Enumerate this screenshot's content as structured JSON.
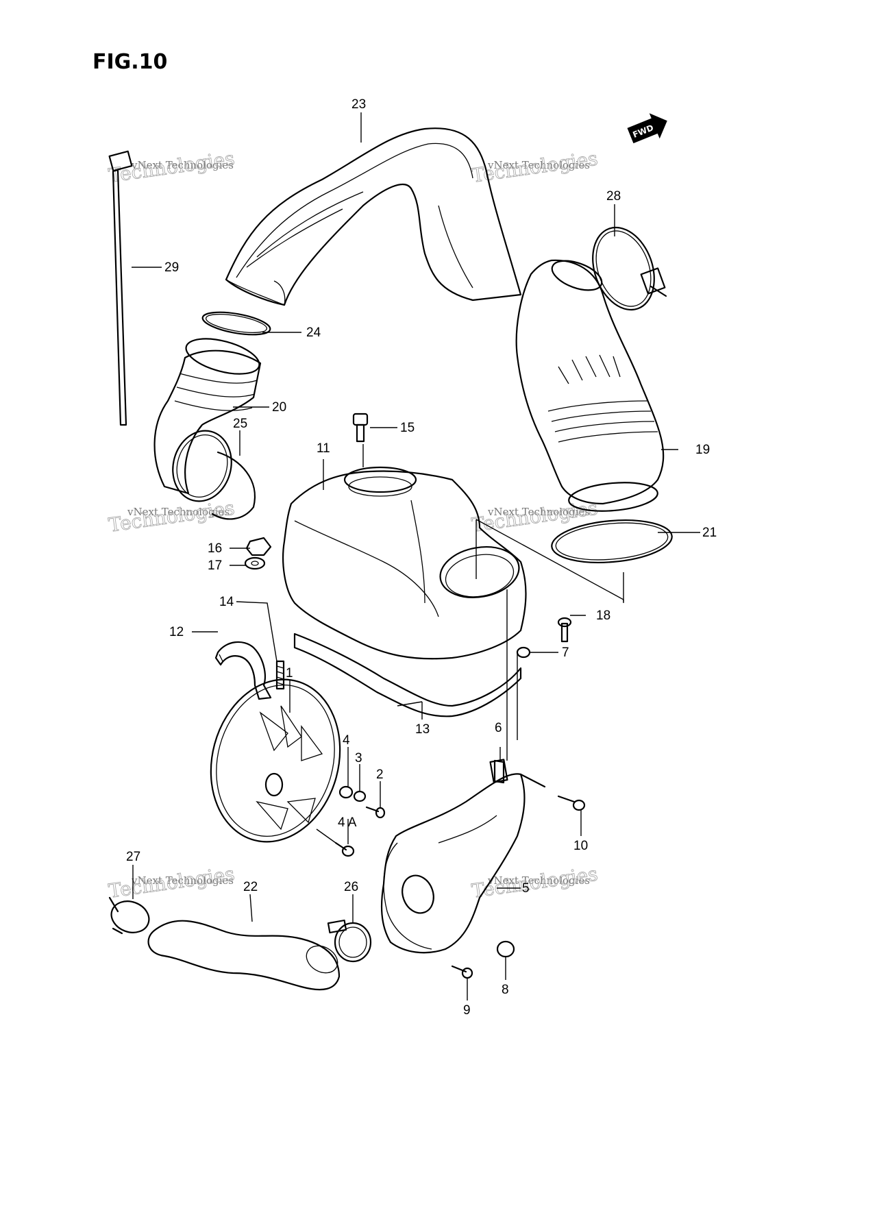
{
  "figure": {
    "title": "FIG.10",
    "direction_marker": "FWD"
  },
  "watermarks": [
    {
      "line1": "vNext Technologies",
      "line2": "Technologies"
    },
    {
      "line1": "vNext Technologies",
      "line2": "Technologies"
    },
    {
      "line1": "vNext Technologies",
      "line2": "Technologies"
    },
    {
      "line1": "vNext Technologies",
      "line2": "Technologies"
    },
    {
      "line1": "vNext Technologies",
      "line2": "Technologies"
    },
    {
      "line1": "vNext Technologies",
      "line2": "Technologies"
    }
  ],
  "callouts": {
    "c1": "1",
    "c2": "2",
    "c3": "3",
    "c4": "4",
    "c4a": "4 A",
    "c5": "5",
    "c6": "6",
    "c7": "7",
    "c8": "8",
    "c9": "9",
    "c10": "10",
    "c11": "11",
    "c12": "12",
    "c13": "13",
    "c14": "14",
    "c15": "15",
    "c16": "16",
    "c17": "17",
    "c18": "18",
    "c19": "19",
    "c20": "20",
    "c21": "21",
    "c22": "22",
    "c23": "23",
    "c24": "24",
    "c25": "25",
    "c26": "26",
    "c27": "27",
    "c28": "28",
    "c29": "29"
  }
}
